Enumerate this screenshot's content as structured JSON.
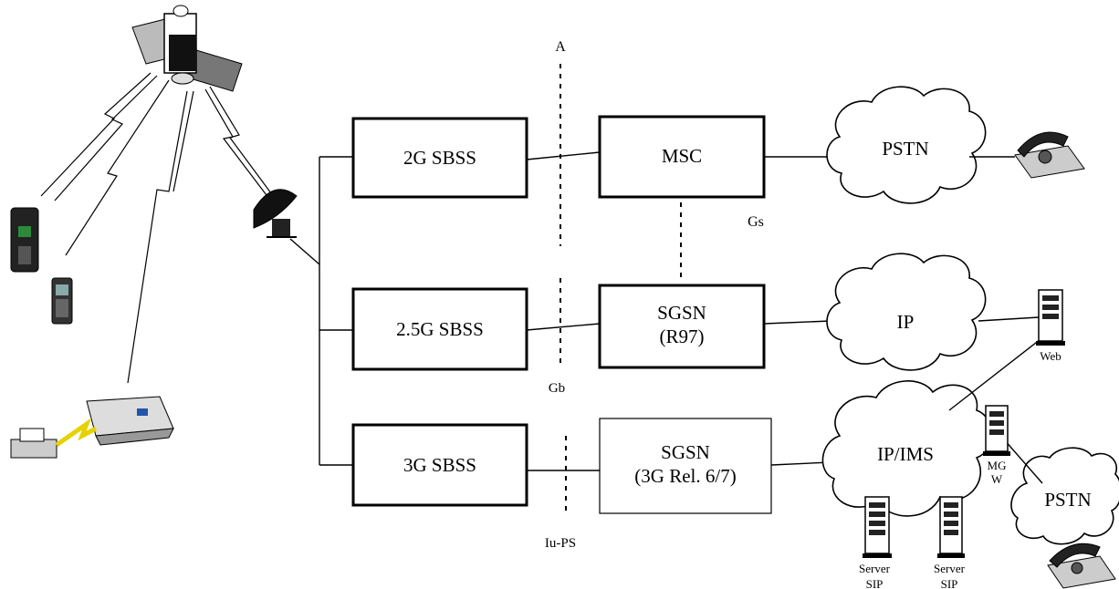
{
  "boxes": {
    "sbss_2g": "2G SBSS",
    "sbss_25g": "2.5G SBSS",
    "sbss_3g": "3G SBSS",
    "msc": "MSC",
    "sgsn_r97_line1": "SGSN",
    "sgsn_r97_line2": "(R97)",
    "sgsn_3g_line1": "SGSN",
    "sgsn_3g_line2": "(3G Rel. 6/7)"
  },
  "interfaces": {
    "a": "A",
    "gs": "Gs",
    "gb": "Gb",
    "iu_ps": "Iu-PS"
  },
  "clouds": {
    "pstn_top": "PSTN",
    "ip": "IP",
    "ip_ims": "IP/IMS",
    "pstn_bottom": "PSTN"
  },
  "servers": {
    "web": "Web",
    "mgw_line1": "MG",
    "mgw_line2": "W",
    "sip1_line1": "Server",
    "sip1_line2": "SIP",
    "sip2_line1": "Server",
    "sip2_line2": "SIP"
  }
}
